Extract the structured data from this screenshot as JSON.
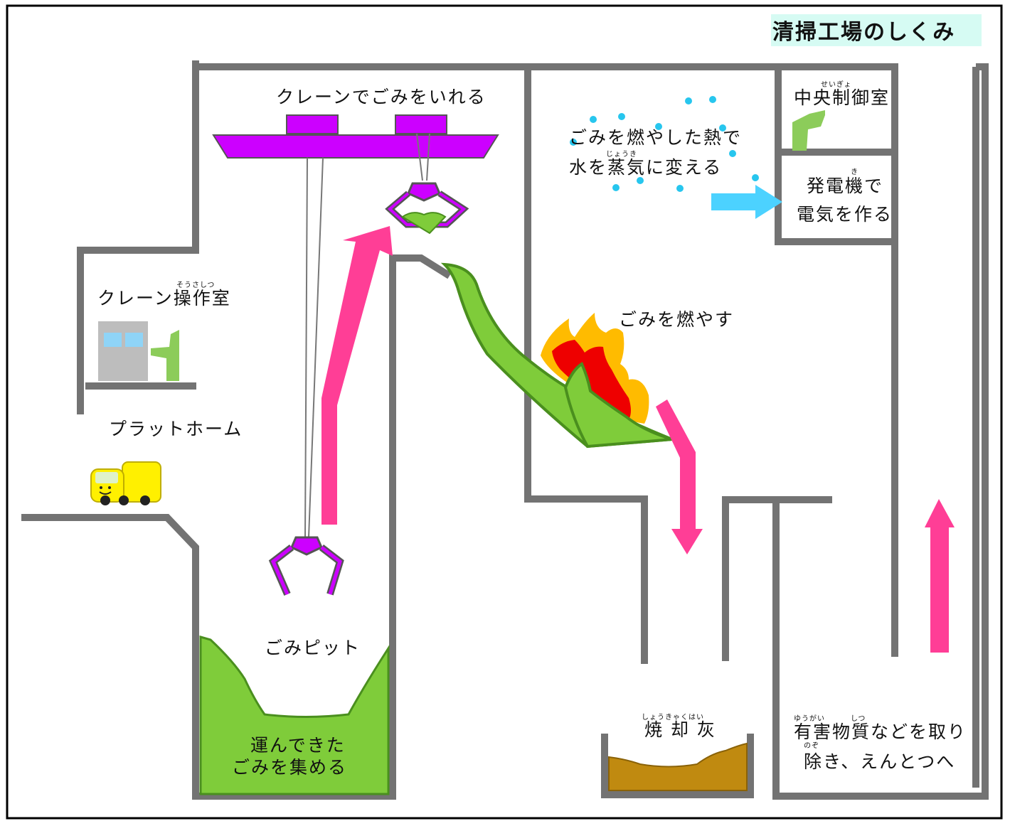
{
  "title": "清掃工場のしくみ",
  "colors": {
    "wall": "#737373",
    "crane": "#cc00ff",
    "garbage": "#7fcc3a",
    "flow_arrow": "#ff3e96",
    "steam_arrow": "#4cd2ff",
    "steam_dots": "#27c6ee",
    "flame_outer": "#ffbb00",
    "flame_inner": "#ee0000",
    "ash": "#c08a10",
    "title_bg": "#d6fbf3",
    "truck": "#fff000"
  },
  "icons": [
    "crane-trolley-icon",
    "crane-grab-icon",
    "truck-icon",
    "person-icon",
    "flame-icon",
    "control-panel-icon"
  ],
  "labels": {
    "crane_loading": "クレーンでごみをいれる",
    "crane_room_main": "クレーン操作室",
    "crane_room_ruby": "そうさしつ",
    "platform": "プラットホーム",
    "pit": "ごみピット",
    "collect_line1": "運んできた",
    "collect_line2": "ごみを集める",
    "steam_line1": "ごみを燃やした熱で",
    "steam_line2": "水を蒸気に変える",
    "steam_ruby": "じょうき",
    "burn": "ごみを燃やす",
    "control_room": "中央制御室",
    "control_ruby": "せいぎょ",
    "generator_line1": "発電機で",
    "generator_line2": "電気を作る",
    "generator_ruby": "き",
    "ash": "焼 却 灰",
    "ash_ruby": "しょうきゃくはい",
    "exhaust_line1": "有害物質などを取り",
    "exhaust_line2": "除き、えんとつへ",
    "exhaust_ruby1": "ゆうがい",
    "exhaust_ruby2": "しつ",
    "exhaust_ruby3": "のぞ"
  }
}
